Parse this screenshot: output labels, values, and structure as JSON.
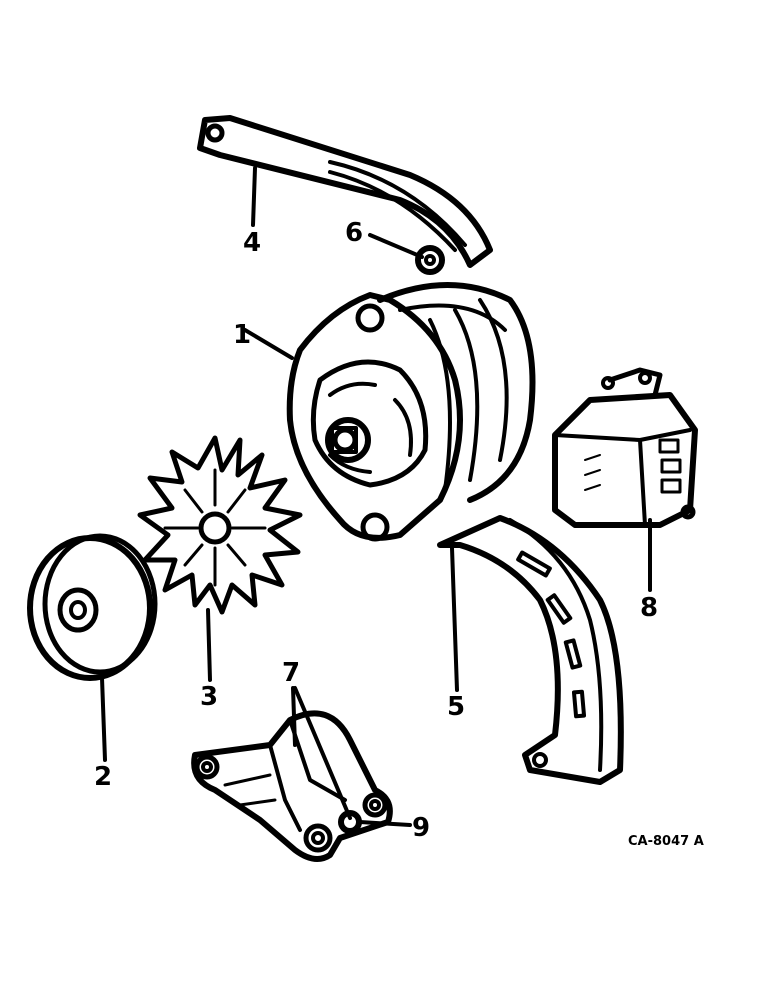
{
  "callouts": {
    "alternator": "1",
    "pulley": "2",
    "fan": "3",
    "adjusting_bracket": "4",
    "support_bracket": "5",
    "washer": "6",
    "mounting_bracket": "7",
    "regulator": "8",
    "nut": "9"
  },
  "drawing_code": "CA-8047 A",
  "colors": {
    "ink": "#000000",
    "paper": "#ffffff"
  }
}
